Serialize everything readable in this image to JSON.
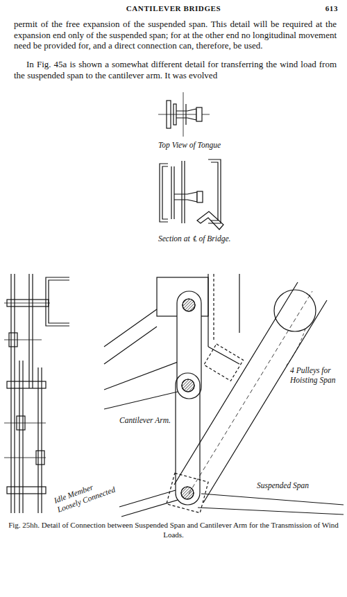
{
  "diagram": {
    "title": "CANTILEVER BRIDGES",
    "caption": "Fig. 25hh. Detail of Connection between Suspended Span and Cantilever Arm for the Transmission of Wind Loads.",
    "labels": [
      "613",
      "permit of the free expansion of the suspended span. This detail will be required at the expansion end only of the suspended span; for at the other end no longitudinal movement need be provided for, and a direct connection can, therefore, be used.",
      "In Fig. 45a is shown a somewhat different detail for transferring the wind load from the suspended span to the cantilever arm. It was evolved",
      "Top View of Tongue",
      "Section at ℄ of Bridge.",
      "4 Pulleys for Hoisting Span",
      "Cantilever Arm.",
      "Idle Member Loosely Connected",
      "Suspended Span"
    ]
  }
}
